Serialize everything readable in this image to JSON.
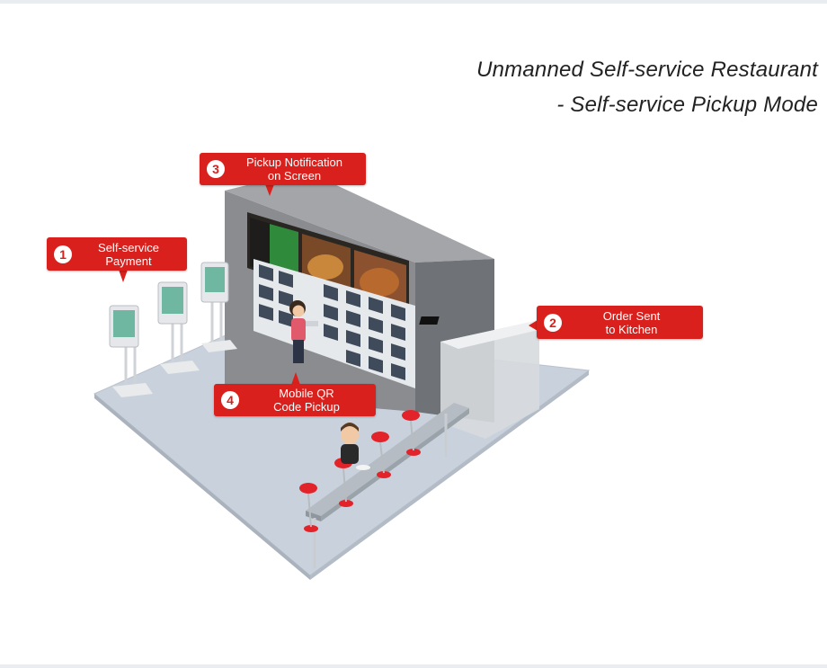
{
  "title": {
    "line1": "Unmanned Self-service Restaurant",
    "line2": "- Self-service Pickup Mode"
  },
  "callouts": [
    {
      "number": "1",
      "text": "Self-service\nPayment"
    },
    {
      "number": "2",
      "text": "Order Sent\nto Kitchen"
    },
    {
      "number": "3",
      "text": "Pickup Notification\non Screen"
    },
    {
      "number": "4",
      "text": "Mobile QR\nCode Pickup"
    }
  ],
  "colors": {
    "callout": "#d9201c",
    "floor": "#c9d2dc",
    "wall": "#8a8c90",
    "stool": "#e2242a"
  }
}
